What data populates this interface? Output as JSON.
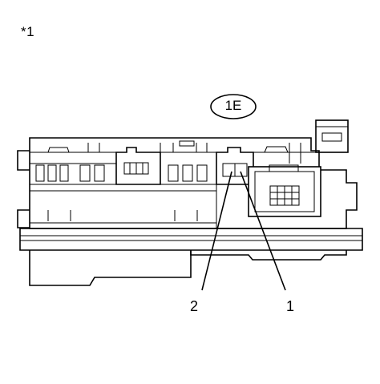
{
  "labels": {
    "corner": "*1",
    "connector_id": "1E",
    "pin_2": "2",
    "pin_1": "1"
  }
}
